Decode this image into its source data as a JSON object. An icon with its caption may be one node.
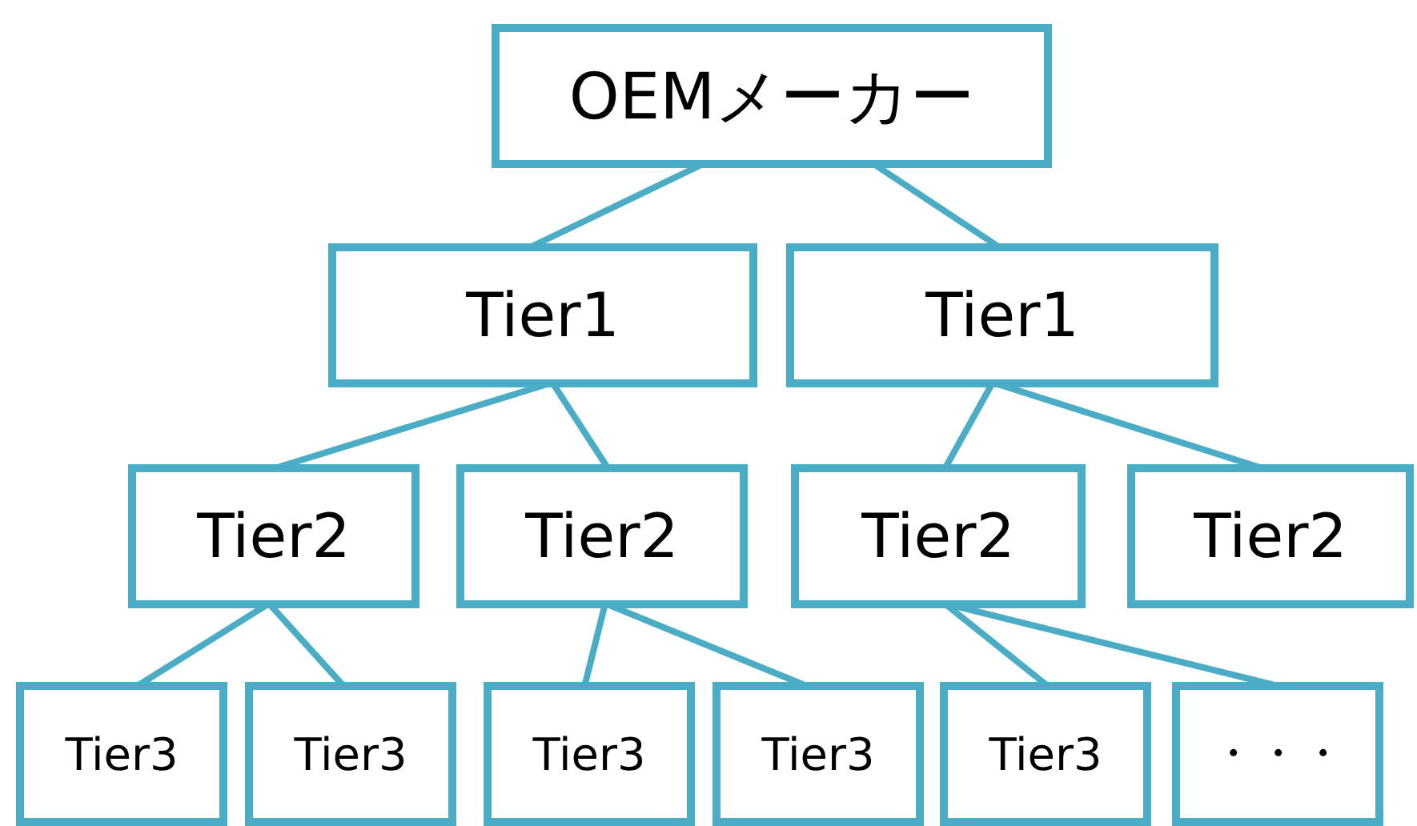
{
  "diagram": {
    "nodes": [
      {
        "text": [
          "OEMメーカー"
        ]
      },
      {
        "text": [
          "Tier1"
        ]
      },
      {
        "text": [
          "Tier1"
        ]
      },
      {
        "text": [
          "Tier2"
        ]
      },
      {
        "text": [
          "Tier2"
        ]
      },
      {
        "text": [
          "Tier2"
        ]
      },
      {
        "text": [
          "Tier2"
        ]
      },
      {
        "text": [
          "Tier3"
        ]
      },
      {
        "text": [
          "Tier3"
        ]
      },
      {
        "text": [
          "Tier3"
        ]
      },
      {
        "text": [
          "Tier3"
        ]
      },
      {
        "text": [
          "Tier3"
        ]
      },
      {
        "text": [
          "・・・"
        ]
      }
    ],
    "edges": [
      {
        "from": 0,
        "to": 1,
        "arrow": "none"
      },
      {
        "from": 0,
        "to": 2,
        "arrow": "none"
      },
      {
        "from": 1,
        "to": 3,
        "arrow": "none"
      },
      {
        "from": 1,
        "to": 4,
        "arrow": "none"
      },
      {
        "from": 2,
        "to": 5,
        "arrow": "none"
      },
      {
        "from": 2,
        "to": 6,
        "arrow": "none"
      },
      {
        "from": 3,
        "to": 7,
        "arrow": "none"
      },
      {
        "from": 3,
        "to": 8,
        "arrow": "none"
      },
      {
        "from": 4,
        "to": 9,
        "arrow": "none"
      },
      {
        "from": 4,
        "to": 10,
        "arrow": "none"
      },
      {
        "from": 5,
        "to": 11,
        "arrow": "none"
      },
      {
        "from": 5,
        "to": 12,
        "arrow": "none"
      }
    ]
  }
}
